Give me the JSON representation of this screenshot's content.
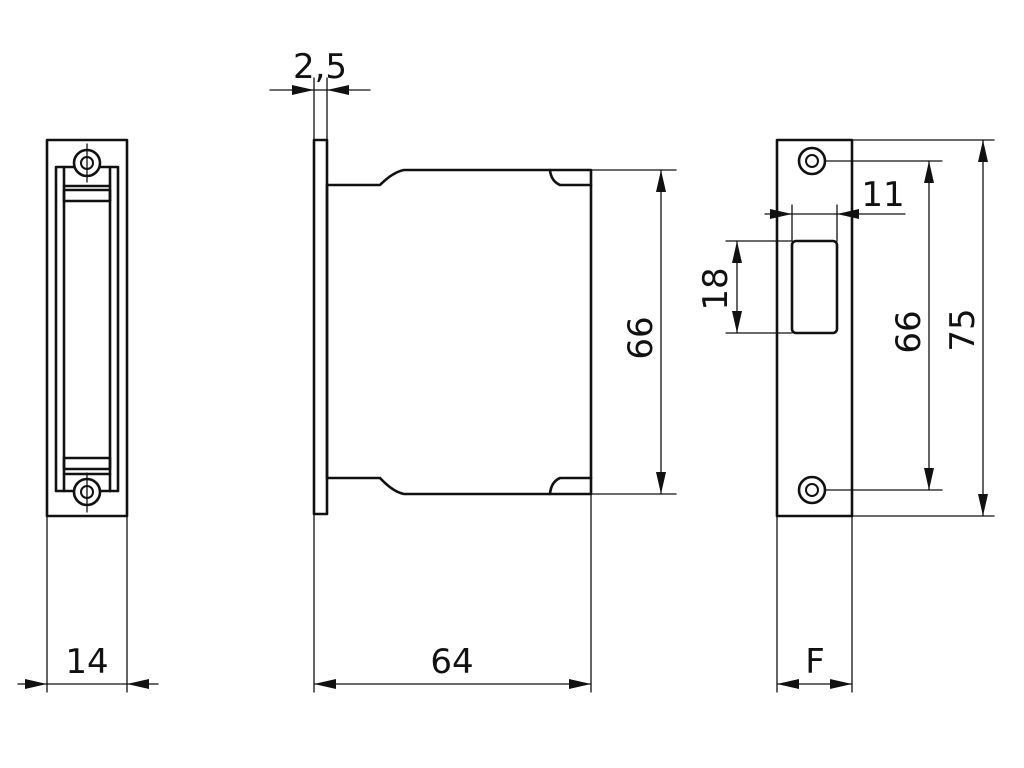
{
  "drawing": {
    "views": [
      "front-view",
      "side-view",
      "strike-plate-view"
    ],
    "dimensions": {
      "front_width": "14",
      "flange_thickness": "2,5",
      "body_depth": "64",
      "body_height": "66",
      "slot_width": "11",
      "slot_height": "18",
      "hole_spacing": "66",
      "plate_height": "75",
      "plate_width": "F"
    }
  }
}
